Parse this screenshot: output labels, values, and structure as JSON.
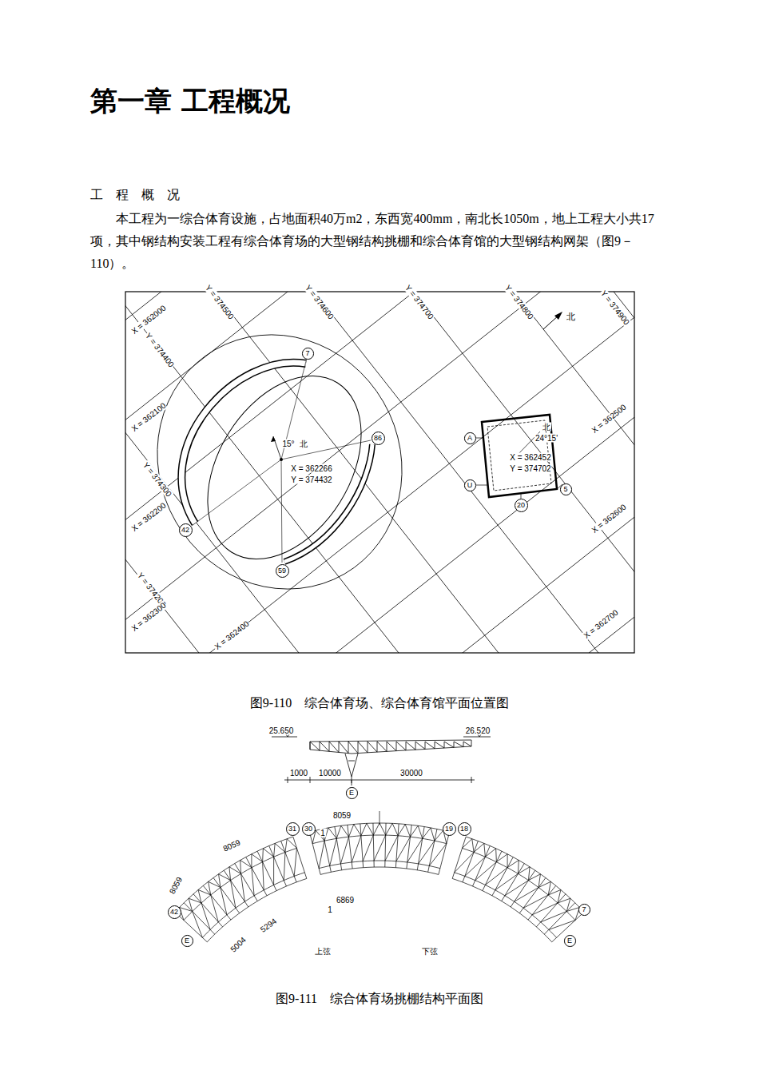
{
  "diagram": {
    "title": "第一章  工程概况",
    "nodes": [
      {
        "text": [
          "7"
        ]
      },
      {
        "text": [
          "86"
        ]
      },
      {
        "text": [
          "42"
        ]
      },
      {
        "text": [
          "59"
        ]
      },
      {
        "text": [
          "A"
        ]
      },
      {
        "text": [
          "U"
        ]
      },
      {
        "text": [
          "20"
        ]
      },
      {
        "text": [
          "5"
        ]
      },
      {
        "text": [
          "E"
        ]
      },
      {
        "text": [
          "31"
        ]
      },
      {
        "text": [
          "30"
        ]
      },
      {
        "text": [
          "19"
        ]
      },
      {
        "text": [
          "18"
        ]
      },
      {
        "text": [
          "42"
        ]
      },
      {
        "text": [
          "7"
        ]
      },
      {
        "text": [
          "E"
        ]
      },
      {
        "text": [
          "E"
        ]
      }
    ],
    "labels": [
      "工　程　概　况",
      "本工程为一综合体育设施，占地面积40万m2，东西宽400mm，南北长1050m，地上工程大小共17项，其中钢结构安装工程有综合体育场的大型钢结构挑棚和综合体育馆的大型钢结构网架（图9－110）。",
      "X = 362000",
      "Y = 374500",
      "Y = 374600",
      "Y = 374700",
      "Y = 374800",
      "Y = 374900",
      "Y = 374400",
      "X = 362100",
      "Y = 374300",
      "X = 362200",
      "Y = 374200",
      "X = 362300",
      "X = 362400",
      "X = 362500",
      "X = 362600",
      "X = 362700",
      "15°",
      "北",
      "X = 362266",
      "Y = 374432",
      "北",
      "北",
      "24°15'",
      "X = 362452",
      "Y = 374702",
      "图9-110　综合体育场、综合体育馆平面位置图",
      "25.650",
      "26.520",
      "1000",
      "10000",
      "30000",
      "8059",
      "1",
      "8059",
      "8059",
      "6869",
      "1",
      "5294",
      "5004",
      "上弦",
      "下弦",
      "图9-111　综合体育场挑棚结构平面图"
    ]
  }
}
